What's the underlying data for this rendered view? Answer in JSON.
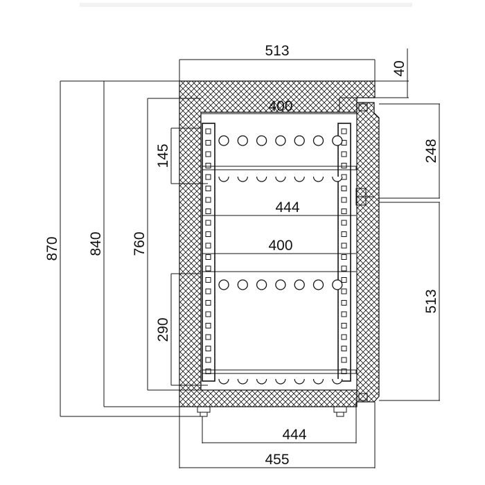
{
  "dimensions": {
    "top_width": "513",
    "door_offset": "40",
    "inner_width_top": "400",
    "upper_shelf_height": "145",
    "door_upper_height": "248",
    "shelf_width": "444",
    "inner_width_mid": "400",
    "total_height": "870",
    "body_height": "840",
    "inner_height": "760",
    "door_lower_height": "513",
    "lower_shelf_height": "290",
    "base_inner_width": "444",
    "base_width": "455"
  },
  "bottle_rows": [
    7,
    7,
    7
  ],
  "colors": {
    "line": "#111111",
    "background": "#ffffff"
  }
}
